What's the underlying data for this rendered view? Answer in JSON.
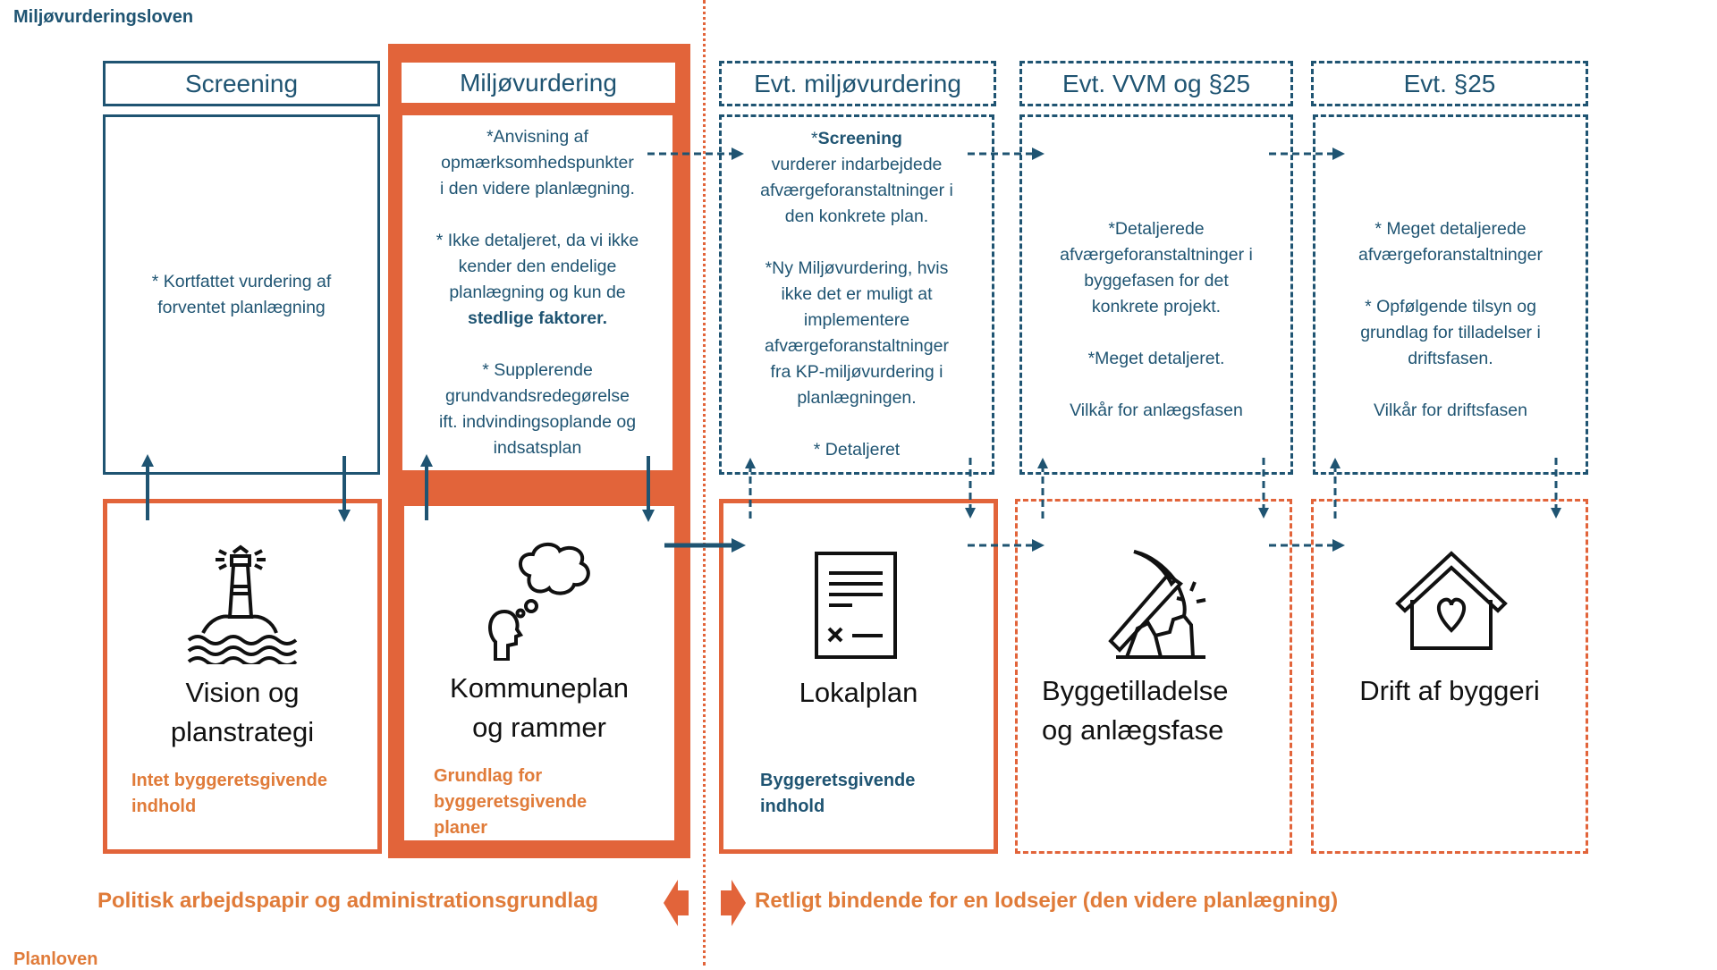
{
  "labels": {
    "top_law": "Miljøvurderingsloven",
    "bottom_law": "Planloven"
  },
  "columns": [
    {
      "header": "Screening",
      "text": [
        [
          [
            {
              "t": "* Kortfattet vurdering af"
            }
          ],
          [
            {
              "t": "forventet planlægning"
            }
          ]
        ]
      ],
      "plan_title": [
        "Vision og",
        "planstrategi"
      ],
      "plan_subtitle": [
        "Intet byggeretsgivende",
        "indhold"
      ],
      "icon": "lighthouse-icon"
    },
    {
      "header": "Miljøvurdering",
      "text": [
        [
          [
            {
              "t": "*Anvisning af"
            }
          ],
          [
            {
              "t": "opmærksomhedspunkter"
            }
          ],
          [
            {
              "t": "i den videre planlægning."
            }
          ]
        ],
        [
          [
            {
              "t": "* Ikke detaljeret, da vi ikke"
            }
          ],
          [
            {
              "t": "kender den endelige"
            }
          ],
          [
            {
              "t": "planlægning og kun de"
            }
          ],
          [
            {
              "t": "stedlige faktorer.",
              "b": true
            }
          ]
        ],
        [
          [
            {
              "t": "* Supplerende"
            }
          ],
          [
            {
              "t": "grundvandsredegørelse"
            }
          ],
          [
            {
              "t": "ift. indvindingsoplande og"
            }
          ],
          [
            {
              "t": "indsatsplan"
            }
          ]
        ]
      ],
      "plan_title": [
        "Kommuneplan",
        "og rammer"
      ],
      "plan_subtitle": [
        "Grundlag for",
        "byggeretsgivende",
        "planer"
      ],
      "icon": "thought-bubble-head-icon"
    },
    {
      "header": "Evt. miljøvurdering",
      "text": [
        [
          [
            {
              "t": "*"
            },
            {
              "t": "Screening",
              "b": true
            }
          ],
          [
            {
              "t": "vurderer indarbejdede"
            }
          ],
          [
            {
              "t": "afværgeforanstaltninger i"
            }
          ],
          [
            {
              "t": "den konkrete plan."
            }
          ]
        ],
        [
          [
            {
              "t": "*Ny Miljøvurdering, hvis"
            }
          ],
          [
            {
              "t": "ikke det er muligt at"
            }
          ],
          [
            {
              "t": "implementere"
            }
          ],
          [
            {
              "t": "afværgeforanstaltninger"
            }
          ],
          [
            {
              "t": "fra KP-miljøvurdering i"
            }
          ],
          [
            {
              "t": "planlægningen."
            }
          ]
        ],
        [
          [
            {
              "t": "* Detaljeret"
            }
          ]
        ]
      ],
      "plan_title": [
        "Lokalplan"
      ],
      "plan_subtitle": [
        "Byggeretsgivende",
        "indhold"
      ],
      "icon": "document-signature-icon"
    },
    {
      "header": "Evt. VVM og §25",
      "text": [
        [
          [
            {
              "t": "*Detaljerede"
            }
          ],
          [
            {
              "t": "afværgeforanstaltninger i"
            }
          ],
          [
            {
              "t": "byggefasen for det"
            }
          ],
          [
            {
              "t": "konkrete projekt."
            }
          ]
        ],
        [
          [
            {
              "t": "*Meget detaljeret."
            }
          ]
        ],
        [
          [
            {
              "t": "Vilkår for anlægsfasen"
            }
          ]
        ]
      ],
      "plan_title": [
        "Byggetilladelse",
        "og anlægsfase"
      ],
      "plan_subtitle": [],
      "icon": "pickaxe-rock-icon"
    },
    {
      "header": "Evt. §25",
      "text": [
        [
          [
            {
              "t": "* Meget detaljerede"
            }
          ],
          [
            {
              "t": "afværgeforanstaltninger"
            }
          ]
        ],
        [
          [
            {
              "t": "* Opfølgende tilsyn og"
            }
          ],
          [
            {
              "t": "grundlag for tilladelser i"
            }
          ],
          [
            {
              "t": "driftsfasen."
            }
          ]
        ],
        [
          [
            {
              "t": "Vilkår for driftsfasen"
            }
          ]
        ]
      ],
      "plan_title": [
        "Drift af byggeri"
      ],
      "plan_subtitle": [],
      "icon": "house-heart-icon"
    }
  ],
  "legend": {
    "left": "Politisk arbejdspapir og administrationsgrundlag",
    "right": "Retligt bindende for en lodsejer (den videre planlægning)"
  },
  "colors": {
    "navy": "#1f5472",
    "orange": "#e2643a",
    "orange_text": "#e07b39"
  }
}
